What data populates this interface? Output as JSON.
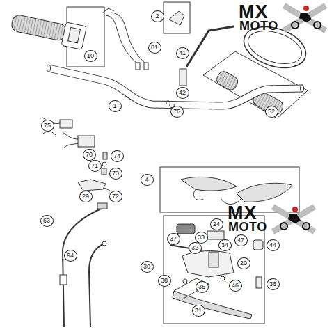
{
  "diagram": {
    "labels": [
      "MX",
      "MOTO",
      "10",
      "2",
      "81",
      "41",
      "42",
      "1",
      "76",
      "52",
      "75",
      "70",
      "74",
      "71",
      "73",
      "4",
      "29",
      "72",
      "MX",
      "MOTO",
      "63",
      "24",
      "37",
      "33",
      "47",
      "44",
      "32",
      "34",
      "94",
      "20",
      "30",
      "46",
      "35",
      "38",
      "36",
      "31"
    ]
  }
}
